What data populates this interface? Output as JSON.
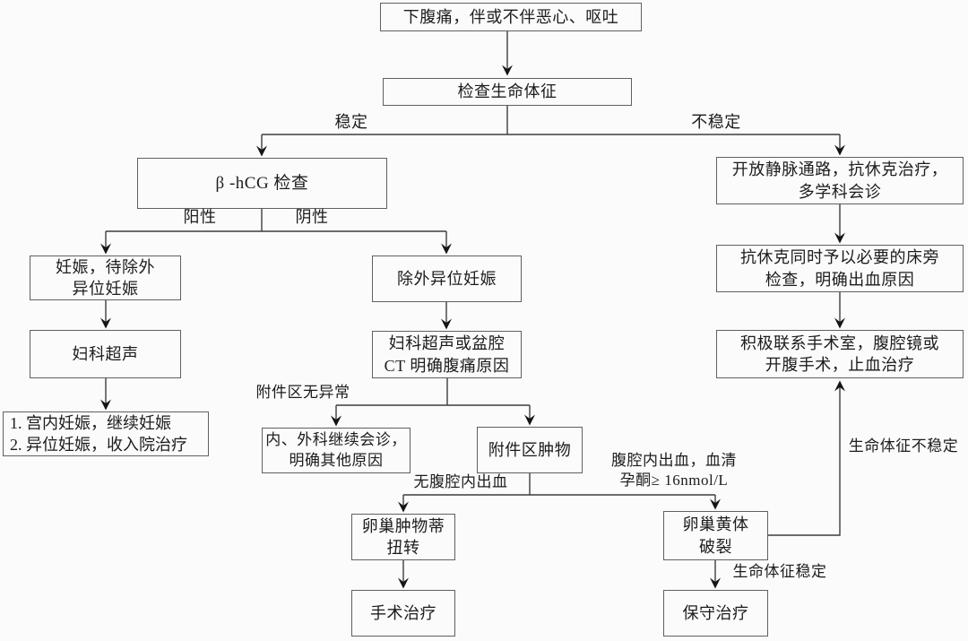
{
  "nodes": {
    "pain": {
      "text": "下腹痛，伴或不伴恶心、呕吐"
    },
    "vitals": {
      "text": "检查生命体征"
    },
    "bhcg": {
      "text": "β -hCG 检查"
    },
    "pregnancy": {
      "text": "妊娠，待除外\n异位妊娠"
    },
    "gyn_us": {
      "text": "妇科超声"
    },
    "us_results": {
      "text": "1. 宫内妊娠，继续妊娠\n2. 异位妊娠，收入院治疗"
    },
    "exclude_ectopic": {
      "text": "除外异位妊娠"
    },
    "us_ct": {
      "text": "妇科超声或盆腔\nCT 明确腹痛原因"
    },
    "consult": {
      "text": "内、外科继续会诊，\n明确其他原因"
    },
    "adnexal_mass": {
      "text": "附件区肿物"
    },
    "torsion": {
      "text": "卵巢肿物蒂\n扭转"
    },
    "surgery": {
      "text": "手术治疗"
    },
    "corpus_luteum": {
      "text": "卵巢黄体\n破裂"
    },
    "conservative": {
      "text": "保守治疗"
    },
    "iv_access": {
      "text": "开放静脉通路，抗休克治疗，\n多学科会诊"
    },
    "bedside_exam": {
      "text": "抗休克同时予以必要的床旁\n检查，明确出血原因"
    },
    "operating_room": {
      "text": "积极联系手术室，腹腔镜或\n开腹手术，止血治疗"
    }
  },
  "edge_labels": {
    "stable": "稳定",
    "unstable": "不稳定",
    "positive": "阳性",
    "negative": "阴性",
    "adnexa_normal": "附件区无异常",
    "no_hemoperitoneum": "无腹腔内出血",
    "hemoperitoneum": "腹腔内出血，血清\n孕酮≥ 16nmol/L",
    "vitals_stable": "生命体征稳定",
    "vitals_unstable": "生命体征不稳定"
  },
  "colors": {
    "background": "#fbfbfb",
    "box_border": "#606060",
    "line": "#3d3d3d",
    "arrow": "#151515",
    "text": "#1c1c1c"
  }
}
